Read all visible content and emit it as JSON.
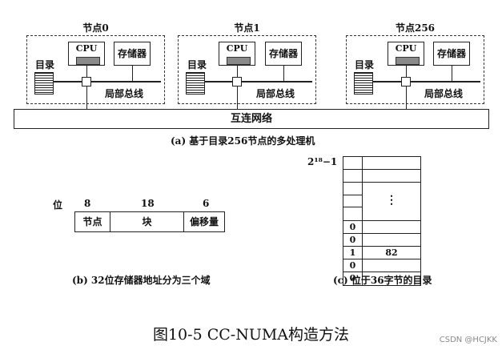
{
  "nodes": [
    {
      "title": "节点0",
      "cpu": "CPU",
      "memory": "存储器",
      "directory": "目录",
      "local_bus": "局部总线"
    },
    {
      "title": "节点1",
      "cpu": "CPU",
      "memory": "存储器",
      "directory": "目录",
      "local_bus": "局部总线"
    },
    {
      "title": "节点256",
      "cpu": "CPU",
      "memory": "存储器",
      "directory": "目录",
      "local_bus": "局部总线"
    }
  ],
  "interconnect": "互连网络",
  "caption_a": "(a) 基于目录256节点的多处理机",
  "address": {
    "bits_label": "位",
    "bits": [
      "8",
      "18",
      "6"
    ],
    "fields": [
      "节点",
      "块",
      "偏移量"
    ]
  },
  "caption_b": "(b) 32位存储器地址分为三个域",
  "directory_table": {
    "top_label": "2¹⁸−1",
    "ellipsis": "⋮",
    "rows": [
      {
        "a": "",
        "b": ""
      },
      {
        "a": "",
        "b": ""
      },
      {
        "a": "",
        "b": ""
      },
      {
        "a": "",
        "b": ""
      },
      {
        "a": "0",
        "b": ""
      },
      {
        "a": "0",
        "b": ""
      },
      {
        "a": "1",
        "b": "82"
      },
      {
        "a": "0",
        "b": ""
      },
      {
        "a": "0",
        "b": ""
      }
    ]
  },
  "caption_c": "(c) 位于36字节的目录",
  "figure_title": "图10-5  CC-NUMA构造方法",
  "credit": "CSDN @HCJKK"
}
